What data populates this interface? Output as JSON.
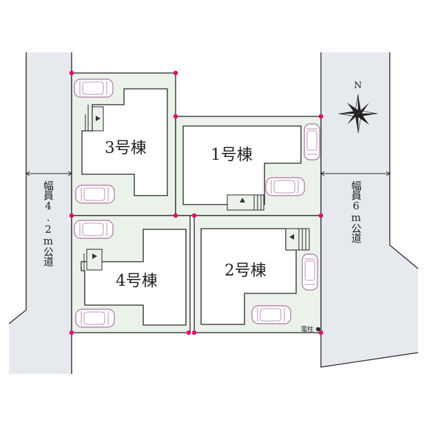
{
  "compass": {
    "label": "N"
  },
  "lots": [
    {
      "label": "3号棟"
    },
    {
      "label": "1号棟"
    },
    {
      "label": "4号棟"
    },
    {
      "label": "2号棟"
    }
  ],
  "roads": {
    "west": {
      "label": "幅員4.2m公道"
    },
    "east": {
      "label": "幅員6m公道"
    }
  },
  "utility_pole": {
    "label": "電柱"
  },
  "colors": {
    "lot": "#eaf2ea",
    "road": "#e6e9ee",
    "boundary_marker": "#e0106c",
    "car": "#a8729e"
  }
}
